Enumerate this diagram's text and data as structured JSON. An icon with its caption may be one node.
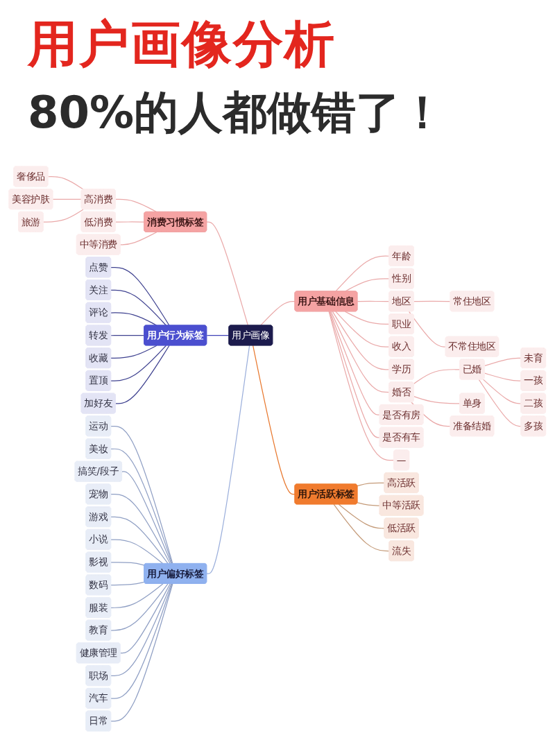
{
  "diagram": {
    "title": "用户画像分析",
    "nodes": [
      {
        "text": [
          "用户画像"
        ]
      },
      {
        "text": [
          "消费习惯标签"
        ]
      },
      {
        "text": [
          "高消费"
        ]
      },
      {
        "text": [
          "奢侈品"
        ]
      },
      {
        "text": [
          "美容护肤"
        ]
      },
      {
        "text": [
          "旅游"
        ]
      },
      {
        "text": [
          "低消费"
        ]
      },
      {
        "text": [
          "中等消费"
        ]
      },
      {
        "text": [
          "用户行为标签"
        ]
      },
      {
        "text": [
          "点赞"
        ]
      },
      {
        "text": [
          "关注"
        ]
      },
      {
        "text": [
          "评论"
        ]
      },
      {
        "text": [
          "转发"
        ]
      },
      {
        "text": [
          "收藏"
        ]
      },
      {
        "text": [
          "置顶"
        ]
      },
      {
        "text": [
          "加好友"
        ]
      },
      {
        "text": [
          "用户偏好标签"
        ]
      },
      {
        "text": [
          "运动"
        ]
      },
      {
        "text": [
          "美妆"
        ]
      },
      {
        "text": [
          "搞笑/段子"
        ]
      },
      {
        "text": [
          "宠物"
        ]
      },
      {
        "text": [
          "游戏"
        ]
      },
      {
        "text": [
          "小说"
        ]
      },
      {
        "text": [
          "影视"
        ]
      },
      {
        "text": [
          "数码"
        ]
      },
      {
        "text": [
          "服装"
        ]
      },
      {
        "text": [
          "教育"
        ]
      },
      {
        "text": [
          "健康管理"
        ]
      },
      {
        "text": [
          "职场"
        ]
      },
      {
        "text": [
          "汽车"
        ]
      },
      {
        "text": [
          "日常"
        ]
      },
      {
        "text": [
          "用户基础信息"
        ]
      },
      {
        "text": [
          "年龄"
        ]
      },
      {
        "text": [
          "性别"
        ]
      },
      {
        "text": [
          "地区"
        ]
      },
      {
        "text": [
          "常住地区"
        ]
      },
      {
        "text": [
          "不常住地区"
        ]
      },
      {
        "text": [
          "职业"
        ]
      },
      {
        "text": [
          "收入"
        ]
      },
      {
        "text": [
          "学历"
        ]
      },
      {
        "text": [
          "婚否"
        ]
      },
      {
        "text": [
          "已婚"
        ]
      },
      {
        "text": [
          "未育"
        ]
      },
      {
        "text": [
          "一孩"
        ]
      },
      {
        "text": [
          "二孩"
        ]
      },
      {
        "text": [
          "多孩"
        ]
      },
      {
        "text": [
          "单身"
        ]
      },
      {
        "text": [
          "准备结婚"
        ]
      },
      {
        "text": [
          "是否有房"
        ]
      },
      {
        "text": [
          "是否有车"
        ]
      },
      {
        "text": [
          "—"
        ]
      },
      {
        "text": [
          "用户活跃标签"
        ]
      },
      {
        "text": [
          "高活跃"
        ]
      },
      {
        "text": [
          "中等活跃"
        ]
      },
      {
        "text": [
          "低活跃"
        ]
      },
      {
        "text": [
          "流失"
        ]
      }
    ],
    "edges": [
      {
        "from": 1,
        "to": 0,
        "arrow": "none"
      },
      {
        "from": 2,
        "to": 1,
        "arrow": "none"
      },
      {
        "from": 3,
        "to": 2,
        "arrow": "none"
      },
      {
        "from": 4,
        "to": 2,
        "arrow": "none"
      },
      {
        "from": 5,
        "to": 2,
        "arrow": "none"
      },
      {
        "from": 6,
        "to": 1,
        "arrow": "none"
      },
      {
        "from": 7,
        "to": 1,
        "arrow": "none"
      },
      {
        "from": 8,
        "to": 0,
        "arrow": "none",
        "color": "#3f42b8"
      },
      {
        "from": 9,
        "to": 8,
        "arrow": "none",
        "color": "#3f4290"
      },
      {
        "from": 10,
        "to": 8,
        "arrow": "none",
        "color": "#3f4290"
      },
      {
        "from": 11,
        "to": 8,
        "arrow": "none",
        "color": "#3f4290"
      },
      {
        "from": 12,
        "to": 8,
        "arrow": "none",
        "color": "#3f4290"
      },
      {
        "from": 13,
        "to": 8,
        "arrow": "none",
        "color": "#3f4290"
      },
      {
        "from": 14,
        "to": 8,
        "arrow": "none",
        "color": "#3f4290"
      },
      {
        "from": 15,
        "to": 8,
        "arrow": "none",
        "color": "#3f4290"
      },
      {
        "from": 16,
        "to": 0,
        "arrow": "none",
        "color": "#9aaedb"
      },
      {
        "from": 17,
        "to": 16,
        "arrow": "none",
        "color": "#8f9fc4"
      },
      {
        "from": 18,
        "to": 16,
        "arrow": "none",
        "color": "#8f9fc4"
      },
      {
        "from": 19,
        "to": 16,
        "arrow": "none",
        "color": "#8f9fc4"
      },
      {
        "from": 20,
        "to": 16,
        "arrow": "none",
        "color": "#8f9fc4"
      },
      {
        "from": 21,
        "to": 16,
        "arrow": "none",
        "color": "#8f9fc4"
      },
      {
        "from": 22,
        "to": 16,
        "arrow": "none",
        "color": "#8f9fc4"
      },
      {
        "from": 23,
        "to": 16,
        "arrow": "none",
        "color": "#8f9fc4"
      },
      {
        "from": 24,
        "to": 16,
        "arrow": "none",
        "color": "#8f9fc4"
      },
      {
        "from": 25,
        "to": 16,
        "arrow": "none",
        "color": "#8f9fc4"
      },
      {
        "from": 26,
        "to": 16,
        "arrow": "none",
        "color": "#8f9fc4"
      },
      {
        "from": 27,
        "to": 16,
        "arrow": "none",
        "color": "#8f9fc4"
      },
      {
        "from": 28,
        "to": 16,
        "arrow": "none",
        "color": "#8f9fc4"
      },
      {
        "from": 29,
        "to": 16,
        "arrow": "none",
        "color": "#8f9fc4"
      },
      {
        "from": 30,
        "to": 16,
        "arrow": "none",
        "color": "#8f9fc4"
      },
      {
        "from": 0,
        "to": 31,
        "arrow": "none"
      },
      {
        "from": 31,
        "to": 32,
        "arrow": "none"
      },
      {
        "from": 31,
        "to": 33,
        "arrow": "none"
      },
      {
        "from": 31,
        "to": 34,
        "arrow": "none"
      },
      {
        "from": 34,
        "to": 35,
        "arrow": "none"
      },
      {
        "from": 34,
        "to": 36,
        "arrow": "none"
      },
      {
        "from": 31,
        "to": 37,
        "arrow": "none"
      },
      {
        "from": 31,
        "to": 38,
        "arrow": "none"
      },
      {
        "from": 31,
        "to": 39,
        "arrow": "none"
      },
      {
        "from": 31,
        "to": 40,
        "arrow": "none"
      },
      {
        "from": 40,
        "to": 41,
        "arrow": "none"
      },
      {
        "from": 41,
        "to": 42,
        "arrow": "none"
      },
      {
        "from": 41,
        "to": 43,
        "arrow": "none"
      },
      {
        "from": 41,
        "to": 44,
        "arrow": "none"
      },
      {
        "from": 41,
        "to": 45,
        "arrow": "none"
      },
      {
        "from": 40,
        "to": 46,
        "arrow": "none"
      },
      {
        "from": 40,
        "to": 47,
        "arrow": "none"
      },
      {
        "from": 31,
        "to": 48,
        "arrow": "none"
      },
      {
        "from": 31,
        "to": 49,
        "arrow": "none"
      },
      {
        "from": 31,
        "to": 50,
        "arrow": "none"
      },
      {
        "from": 0,
        "to": 51,
        "arrow": "none",
        "color": "#e8782e"
      },
      {
        "from": 51,
        "to": 52,
        "arrow": "none",
        "color": "#c49a78"
      },
      {
        "from": 51,
        "to": 53,
        "arrow": "none",
        "color": "#c49a78"
      },
      {
        "from": 51,
        "to": 54,
        "arrow": "none",
        "color": "#c49a78"
      },
      {
        "from": 51,
        "to": 55,
        "arrow": "none",
        "color": "#c49a78"
      }
    ],
    "labels": [
      "80%的人都做错了！"
    ]
  }
}
